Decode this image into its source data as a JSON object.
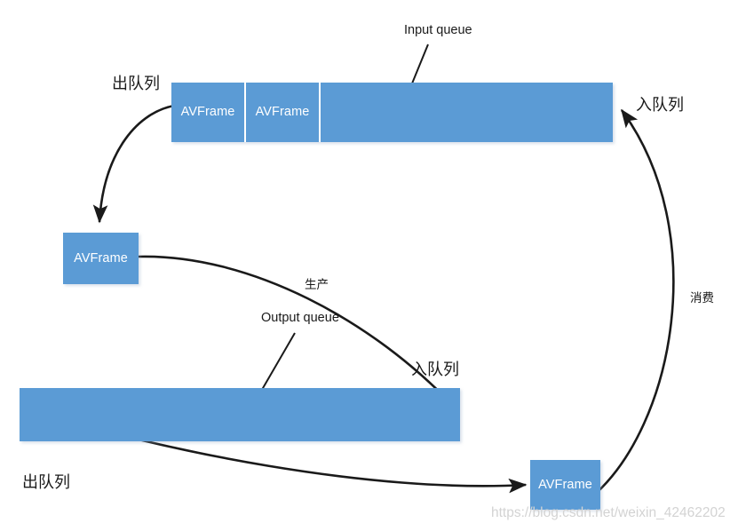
{
  "diagram": {
    "title_note": "FFmpeg AVFrame producer-consumer queue diagram",
    "background": "#ffffff",
    "accent_color": "#5B9BD5",
    "line_color": "#1a1a1a",
    "frame_label": "AVFrame"
  },
  "input_queue": {
    "caption": "Input queue",
    "cells": [
      {
        "label": "AVFrame"
      },
      {
        "label": "AVFrame"
      }
    ],
    "enqueue_label": "入队列",
    "dequeue_label": "出队列"
  },
  "output_queue": {
    "caption": "Output queue",
    "enqueue_label": "入队列",
    "dequeue_label": "出队列"
  },
  "frames": {
    "middle_left": "AVFrame",
    "bottom_right": "AVFrame"
  },
  "flow_labels": {
    "produce": "生产",
    "consume": "消费"
  },
  "watermark": {
    "text": "https://blog.csdn.net/weixin_42462202"
  }
}
